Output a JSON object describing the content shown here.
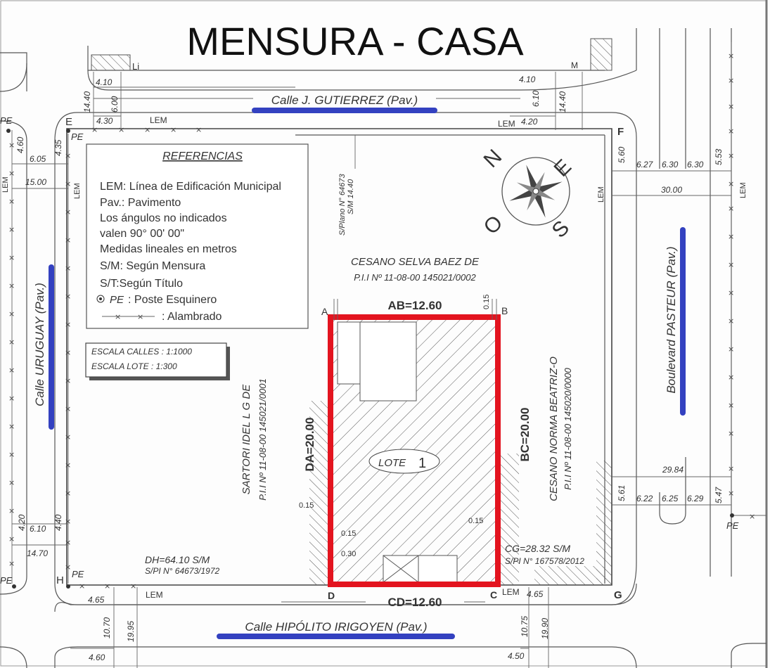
{
  "title": "MENSURA - CASA",
  "colors": {
    "lot_outline": "#e3141f",
    "street_marker": "#3341c0",
    "lines": "#555555"
  },
  "streets": {
    "top": "Calle J. GUTIERREZ (Pav.)",
    "left": "Calle URUGUAY (Pav.)",
    "right": "Boulevard PASTEUR (Pav.)",
    "bottom": "Calle HIPÓLITO IRIGOYEN (Pav.)"
  },
  "references": {
    "heading": "REFERENCIAS",
    "items": [
      "LEM: Línea de Edificación Municipal",
      "Pav.: Pavimento",
      "Los ángulos no indicados",
      "valen 90° 00' 00\"",
      "Medidas lineales en metros",
      "S/M: Según Mensura",
      "S/T:Según Título"
    ],
    "pe_symbol": "PE",
    "pe_label": ": Poste Esquinero",
    "fence_label": ": Alambrado"
  },
  "scale": {
    "streets": "ESCALA CALLES : 1:1000",
    "lot": "ESCALA LOTE : 1:300"
  },
  "compass": {
    "n": "N",
    "e": "E",
    "s": "S",
    "o": "O"
  },
  "lot": {
    "name": "LOTE",
    "number": "1",
    "ab": "AB=12.60",
    "bc": "BC=20.00",
    "cd": "CD=12.60",
    "da": "DA=20.00",
    "vertices": [
      "A",
      "B",
      "C",
      "D"
    ]
  },
  "corners": [
    "E",
    "F",
    "G",
    "H"
  ],
  "neighbors": {
    "north": {
      "name": "CESANO SELVA BAEZ DE",
      "pii": "P.I.I Nº 11-08-00 145021/0002"
    },
    "west": {
      "name": "SARTORI IDEL L G DE",
      "pii": "P.I.I Nº 11-08-00 145021/0001"
    },
    "east": {
      "name": "CESANO NORMA BEATRIZ-O",
      "pii": "P.I.I Nº 11-08-00 145020/0000"
    }
  },
  "plano": {
    "line1": "S/Plano N° 64673",
    "line2": "S/M 14.40"
  },
  "dh": {
    "line1": "DH=64.10 S/M",
    "line2": "S/PI N° 64673/1972"
  },
  "cg": {
    "line1": "CG=28.32 S/M",
    "line2": "S/PI N° 167578/2012"
  },
  "labels": {
    "lem": "LEM",
    "pe": "PE",
    "li": "Li",
    "m": "M",
    "d015": "0.15",
    "d030": "0.30"
  },
  "dimensions": {
    "top_left": [
      "4.10",
      "6.00",
      "14.40",
      "4.30"
    ],
    "top_right": [
      "4.10",
      "6.10",
      "14.40",
      "4.20"
    ],
    "left_top": [
      "4.60",
      "6.05",
      "4.35",
      "15.00"
    ],
    "left_bottom": [
      "4.20",
      "6.10",
      "4.40",
      "14.70"
    ],
    "right_top": [
      "5.60",
      "6.27",
      "6.30",
      "6.30",
      "5.53",
      "30.00"
    ],
    "right_bottom": [
      "29.84",
      "5.61",
      "6.22",
      "6.25",
      "6.29",
      "5.47"
    ],
    "bottom_left": [
      "4.65",
      "10.70",
      "19.95",
      "4.60"
    ],
    "bottom_right": [
      "4.65",
      "10.75",
      "19.90",
      "4.50"
    ]
  }
}
